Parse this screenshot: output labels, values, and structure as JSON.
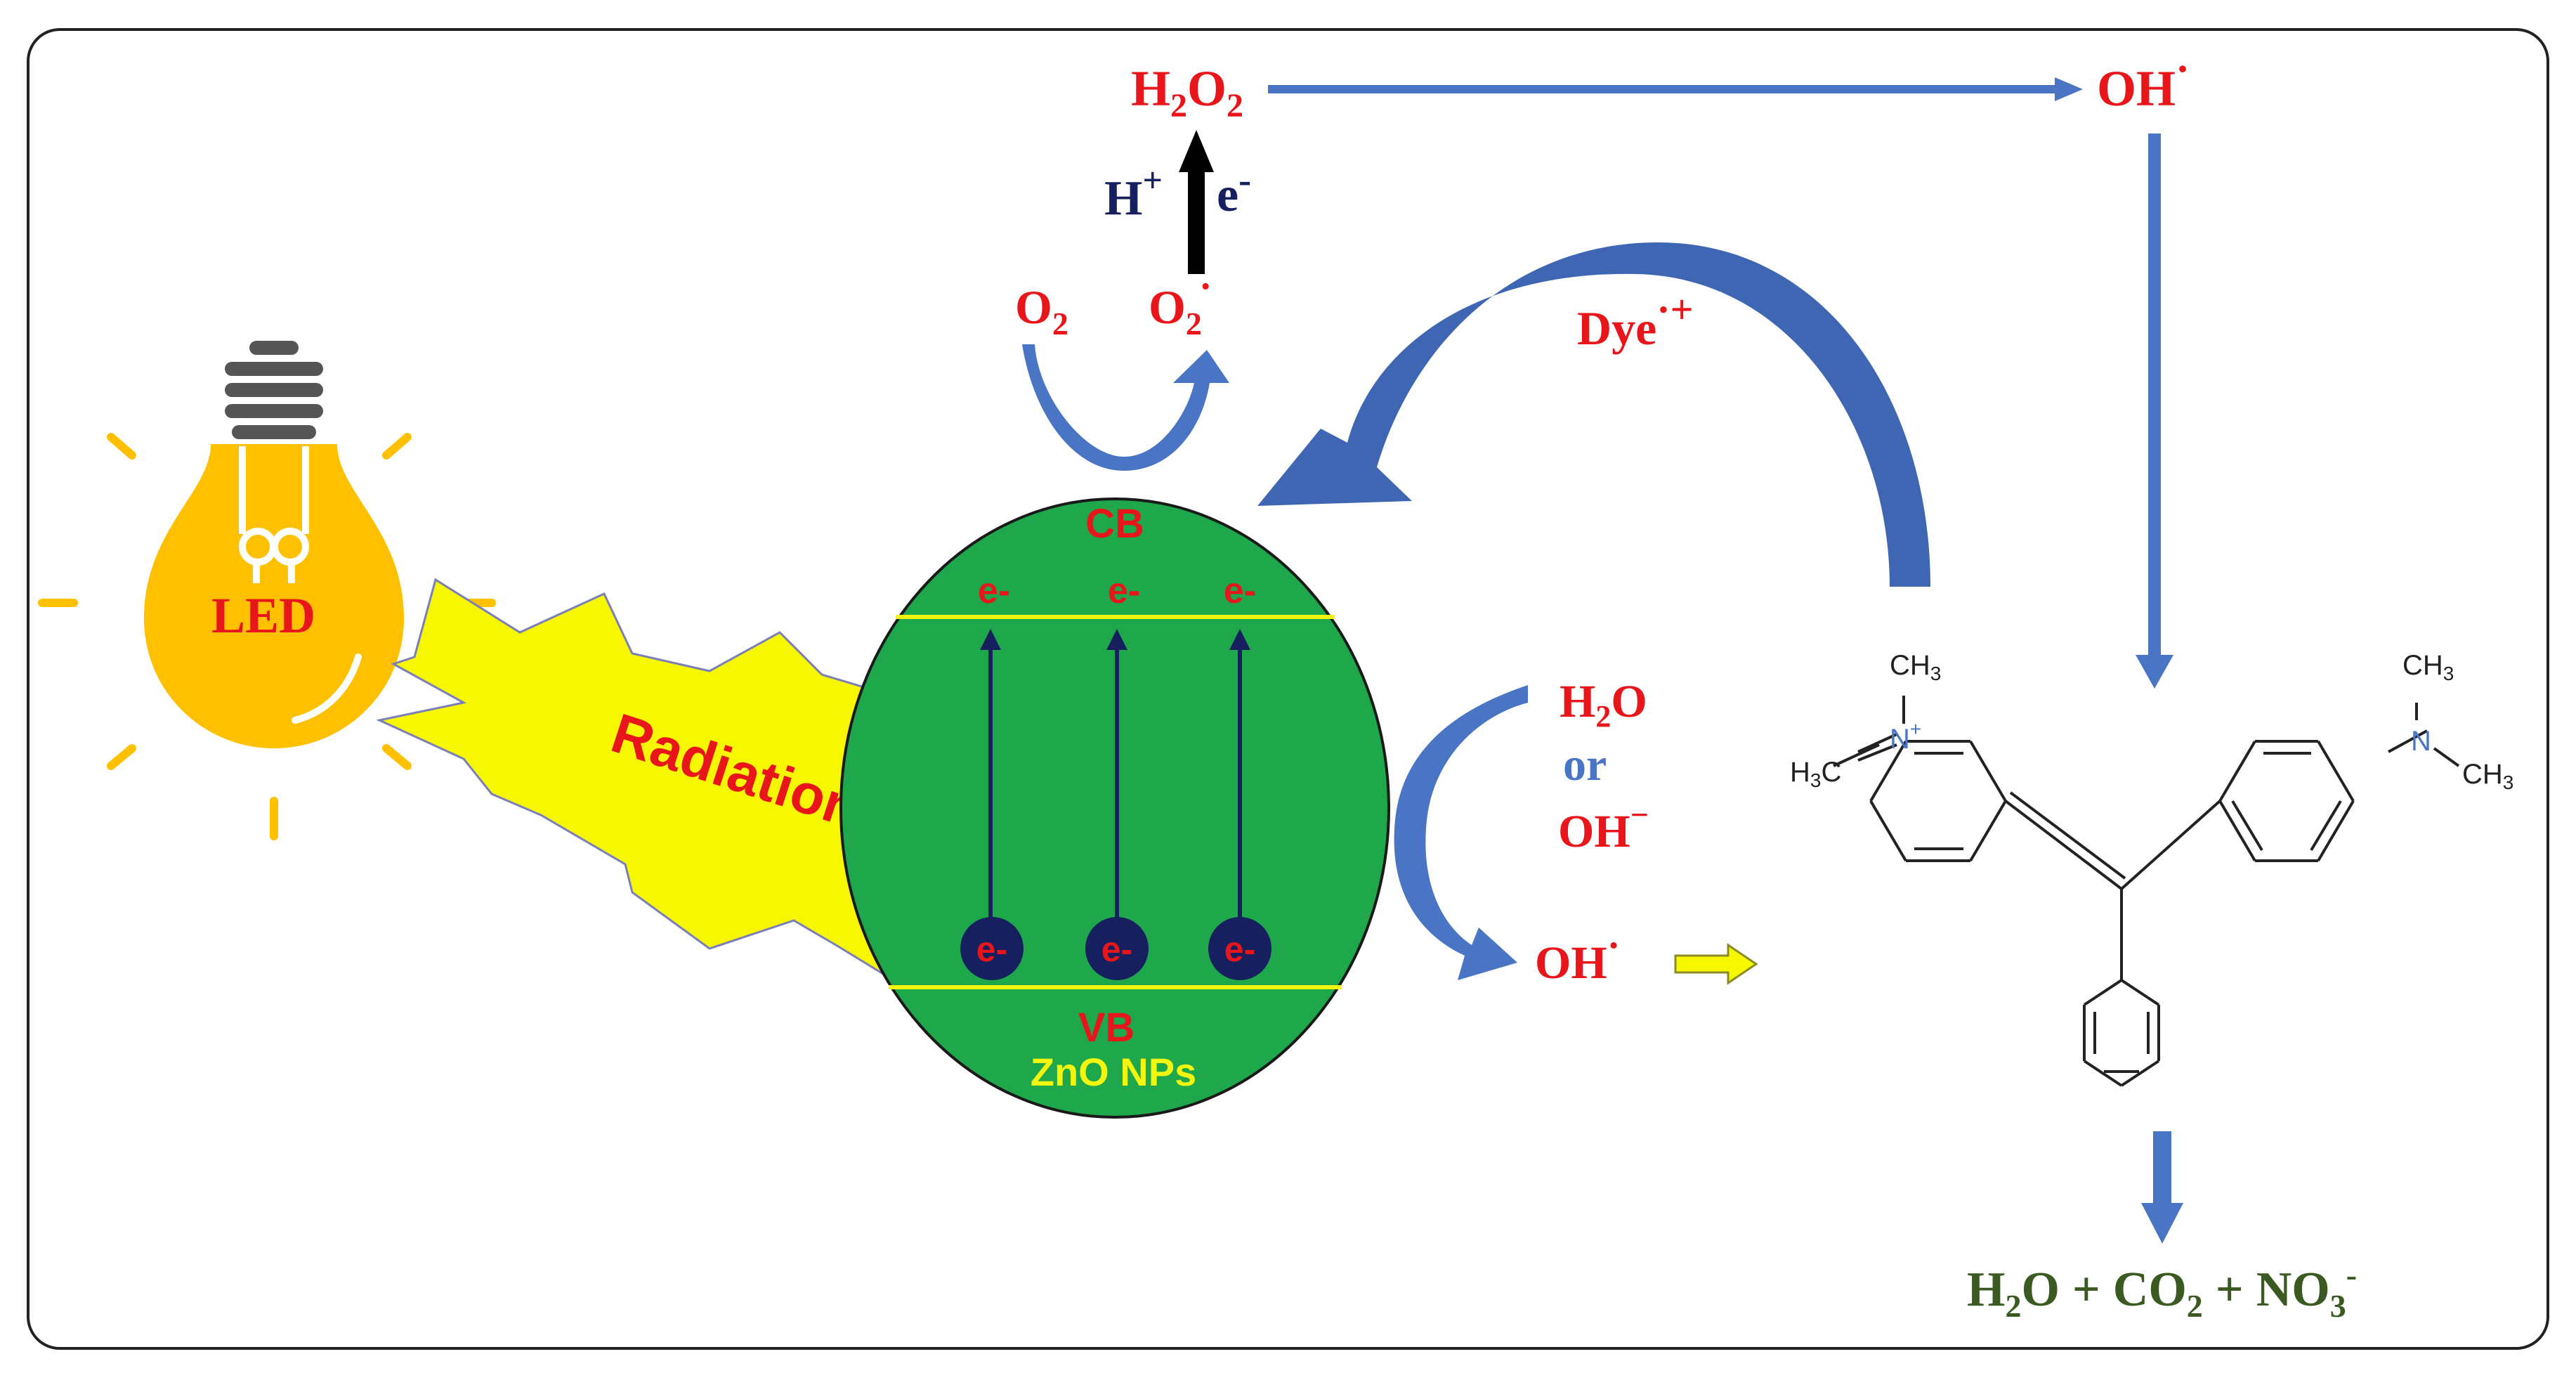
{
  "colors": {
    "red": "#e8161b",
    "blue": "#4a74c4",
    "navy": "#16205e",
    "green_ellipse": "#1ea84b",
    "yellow_line": "#f3f50f",
    "bulb": "#ffc000",
    "burst": "#f7f700",
    "dark_green": "#3b5a22",
    "gray": "#555555"
  },
  "light_source": {
    "label": "LED"
  },
  "radiation": {
    "label": "Radiations"
  },
  "semiconductor": {
    "cb_label": "CB",
    "vb_label": "VB",
    "name": "ZnO NPs",
    "electron": "e-"
  },
  "species": {
    "h2o2": {
      "main": "H",
      "sub1": "2",
      "mid": "O",
      "sub2": "2"
    },
    "oh_radical_top": {
      "main": "OH",
      "sup": "·"
    },
    "h_plus": {
      "main": "H",
      "sup": "+"
    },
    "e_minus": {
      "main": "e",
      "sup": "-"
    },
    "o2": {
      "main": "O",
      "sub": "2"
    },
    "o2_radical": {
      "main": "O",
      "sub": "2",
      "sup": "·"
    },
    "dye_cation": {
      "main": "Dye",
      "sup": "·+"
    },
    "h2o": {
      "main": "H",
      "sub": "2",
      "rest": "O"
    },
    "or": "or",
    "oh_minus": {
      "main": "OH",
      "sup": "−"
    },
    "oh_radical_bottom": {
      "main": "OH",
      "sup": "·"
    }
  },
  "molecule": {
    "ch3": "CH",
    "three": "3",
    "h3c_h": "H",
    "h3c_c": "C",
    "n": "N",
    "plus": "+"
  },
  "products": {
    "h2o": {
      "main": "H",
      "sub": "2",
      "rest": "O"
    },
    "plus": "+",
    "co2": {
      "main": "CO",
      "sub": "2"
    },
    "no3": {
      "main": "NO",
      "sub": "3",
      "sup": "-"
    }
  }
}
